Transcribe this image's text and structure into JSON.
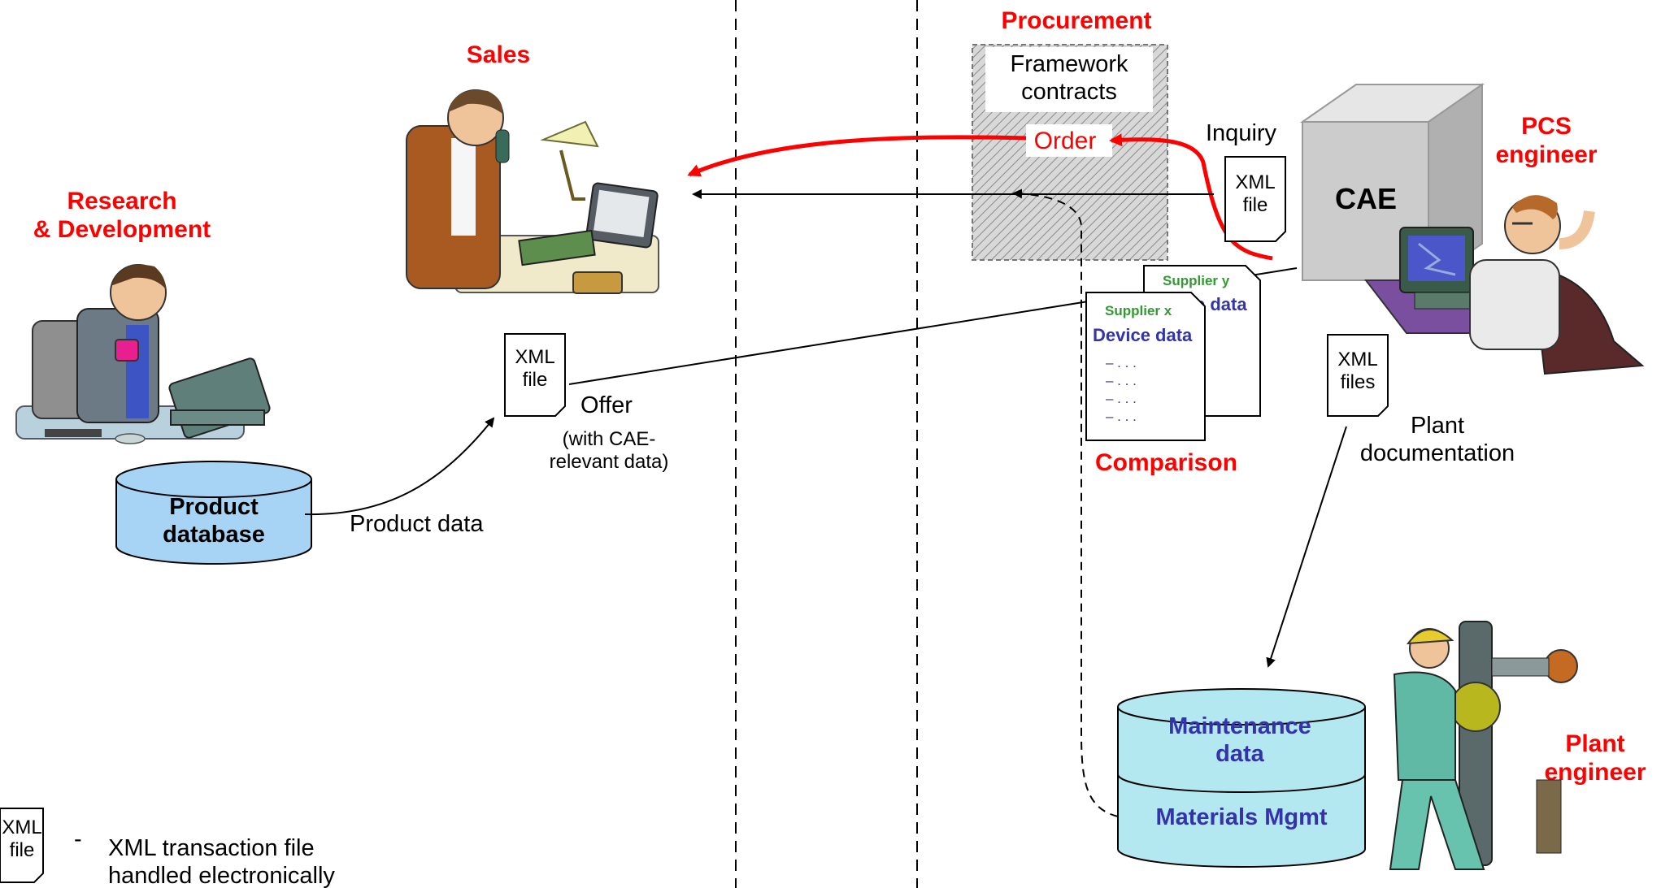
{
  "diagram": {
    "roles": {
      "rnd": "Research\n& Development",
      "sales": "Sales",
      "procurement": "Procurement",
      "pcs_engineer": "PCS\nengineer",
      "plant_engineer": "Plant\nengineer"
    },
    "product_db": "Product\ndatabase",
    "product_data_label": "Product data",
    "offer_label": "Offer",
    "offer_sub": "(with CAE-\nrelevant data)",
    "xml_file": "XML\nfile",
    "xml_files": "XML\nfiles",
    "framework_contracts": "Framework\ncontracts",
    "order_label": "Order",
    "inquiry_label": "Inquiry",
    "cae_label": "CAE",
    "supplier_x": "Supplier x",
    "supplier_y": "Supplier y",
    "device_data": "Device data",
    "device_data_partial": "e data",
    "list_items": [
      "– . . .",
      "– . . .",
      "– . . .",
      "– . . ."
    ],
    "comparison_label": "Comparison",
    "plant_documentation": "Plant\ndocumentation",
    "maintenance_data": "Maintenance\ndata",
    "materials_mgmt": "Materials Mgmt",
    "legend_dash": "-",
    "legend_text": "XML transaction file\nhandled electronically"
  },
  "colors": {
    "role_red": "#ff0000",
    "db_fill": "#b3e8f0",
    "product_db_fill": "#a7d3f5",
    "text_blue": "#3333aa",
    "text_green": "#339933",
    "cae_box": "#cccccc"
  }
}
